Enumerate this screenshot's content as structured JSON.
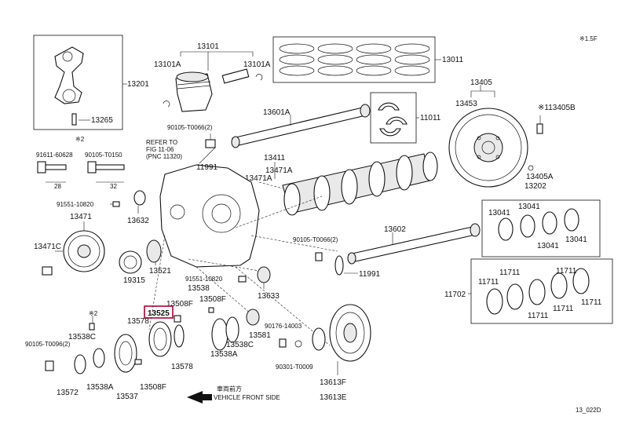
{
  "corner_code": "※1.5F",
  "figure_id": "13_022D",
  "direction_label_jp": "車両前方",
  "direction_label_en": "VEHICLE FRONT SIDE",
  "refer_lines": [
    "REFER TO",
    "FIG 11-06",
    "(PNC 11320)"
  ],
  "note_x2": "※2",
  "note_x2b": "※2",
  "dim_28": "28",
  "dim_32": "32",
  "highlighted_part": "13525",
  "parts": {
    "p13101": "13101",
    "p13101A_l": "13101A",
    "p13101A_r": "13101A",
    "p13011": "13011",
    "p13201": "13201",
    "p13265": "13265",
    "p13601A": "13601A",
    "p11011": "11011",
    "p13405": "13405",
    "p13453": "13453",
    "p13405B": "※113405B",
    "p13405A": "13405A",
    "p13202": "13202",
    "p90105_t0066_a": "90105-T0066(2)",
    "p11991_a": "11991",
    "p91611": "91611-60628",
    "p90105_t0150": "90105-T0150",
    "p13411": "13411",
    "p13471A_a": "13471A",
    "p13471A_b": "13471A",
    "p13041_a": "13041",
    "p13041_b": "13041",
    "p13041_c": "13041",
    "p13041_d": "13041",
    "p91551_a": "91551-10820",
    "p13471": "13471",
    "p13632": "13632",
    "p13602": "13602",
    "p90105_t0066_b": "90105-T0066(2)",
    "p13471C": "13471C",
    "p19315": "19315",
    "p13521": "13521",
    "p11991_b": "11991",
    "p91551_b": "91551-10820",
    "p13538": "13538",
    "p13633": "13633",
    "p11711_a": "11711",
    "p11711_b": "11711",
    "p11711_c": "11711",
    "p11711_d": "11711",
    "p11711_e": "11711",
    "p11711_f": "11711",
    "p11702": "11702",
    "p13508F_a": "13508F",
    "p13508F_b": "13508F",
    "p13525": "13525",
    "p13578_a": "13578",
    "p13578_b": "13578",
    "p13538C_a": "13538C",
    "p13538C_b": "13538C",
    "p90105_t0096": "90105-T0096(2)",
    "p13538A_a": "13538A",
    "p13538A_b": "13538A",
    "p13581": "13581",
    "p90176": "90176-14003",
    "p90301": "90301-T0009",
    "p13572": "13572",
    "p13537": "13537",
    "p13508F_c": "13508F",
    "p13613F": "13613F",
    "p13613E": "13613E"
  }
}
